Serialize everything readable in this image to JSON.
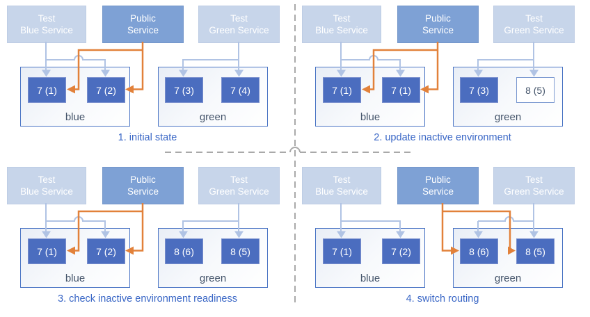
{
  "colors": {
    "service_light_fill": "#c7d5ea",
    "service_public_fill": "#7ea1d5",
    "service_text": "#ffffff",
    "pod_fill": "#4b6dbf",
    "pod_border": "#7b90ce",
    "pod_text": "#ffffff",
    "pod_new_bg": "#ffffff",
    "pod_new_border": "#7d9ad1",
    "pod_new_text": "#44546a",
    "env_border": "#4a74c4",
    "env_label_text": "#44546a",
    "caption_text": "#3a67c6",
    "arrow_public": "#e2813a",
    "arrow_test": "#b0c3e4",
    "divider": "#a9a9a9"
  },
  "services": {
    "test_blue": {
      "line1": "Test",
      "line2": "Blue Service"
    },
    "public": {
      "line1": "Public",
      "line2": "Service"
    },
    "test_green": {
      "line1": "Test",
      "line2": "Green Service"
    }
  },
  "panels": [
    {
      "caption": "1. initial state",
      "public_routes_to": "blue",
      "blue_env": {
        "label": "blue",
        "pods": [
          {
            "label": "7 (1)",
            "state": "running"
          },
          {
            "label": "7 (2)",
            "state": "running"
          }
        ]
      },
      "green_env": {
        "label": "green",
        "pods": [
          {
            "label": "7 (3)",
            "state": "running"
          },
          {
            "label": "7 (4)",
            "state": "running"
          }
        ]
      }
    },
    {
      "caption": "2. update inactive environment",
      "public_routes_to": "blue",
      "blue_env": {
        "label": "blue",
        "pods": [
          {
            "label": "7 (1)",
            "state": "running"
          },
          {
            "label": "7 (1)",
            "state": "running"
          }
        ]
      },
      "green_env": {
        "label": "green",
        "pods": [
          {
            "label": "7 (3)",
            "state": "running"
          },
          {
            "label": "8 (5)",
            "state": "new"
          }
        ]
      }
    },
    {
      "caption": "3. check inactive environment readiness",
      "public_routes_to": "blue",
      "blue_env": {
        "label": "blue",
        "pods": [
          {
            "label": "7 (1)",
            "state": "running"
          },
          {
            "label": "7 (2)",
            "state": "running"
          }
        ]
      },
      "green_env": {
        "label": "green",
        "pods": [
          {
            "label": "8 (6)",
            "state": "running"
          },
          {
            "label": "8 (5)",
            "state": "running"
          }
        ]
      }
    },
    {
      "caption": "4. switch routing",
      "public_routes_to": "green",
      "blue_env": {
        "label": "blue",
        "pods": [
          {
            "label": "7 (1)",
            "state": "running"
          },
          {
            "label": "7 (2)",
            "state": "running"
          }
        ]
      },
      "green_env": {
        "label": "green",
        "pods": [
          {
            "label": "8 (6)",
            "state": "running"
          },
          {
            "label": "8 (5)",
            "state": "running"
          }
        ]
      }
    }
  ]
}
